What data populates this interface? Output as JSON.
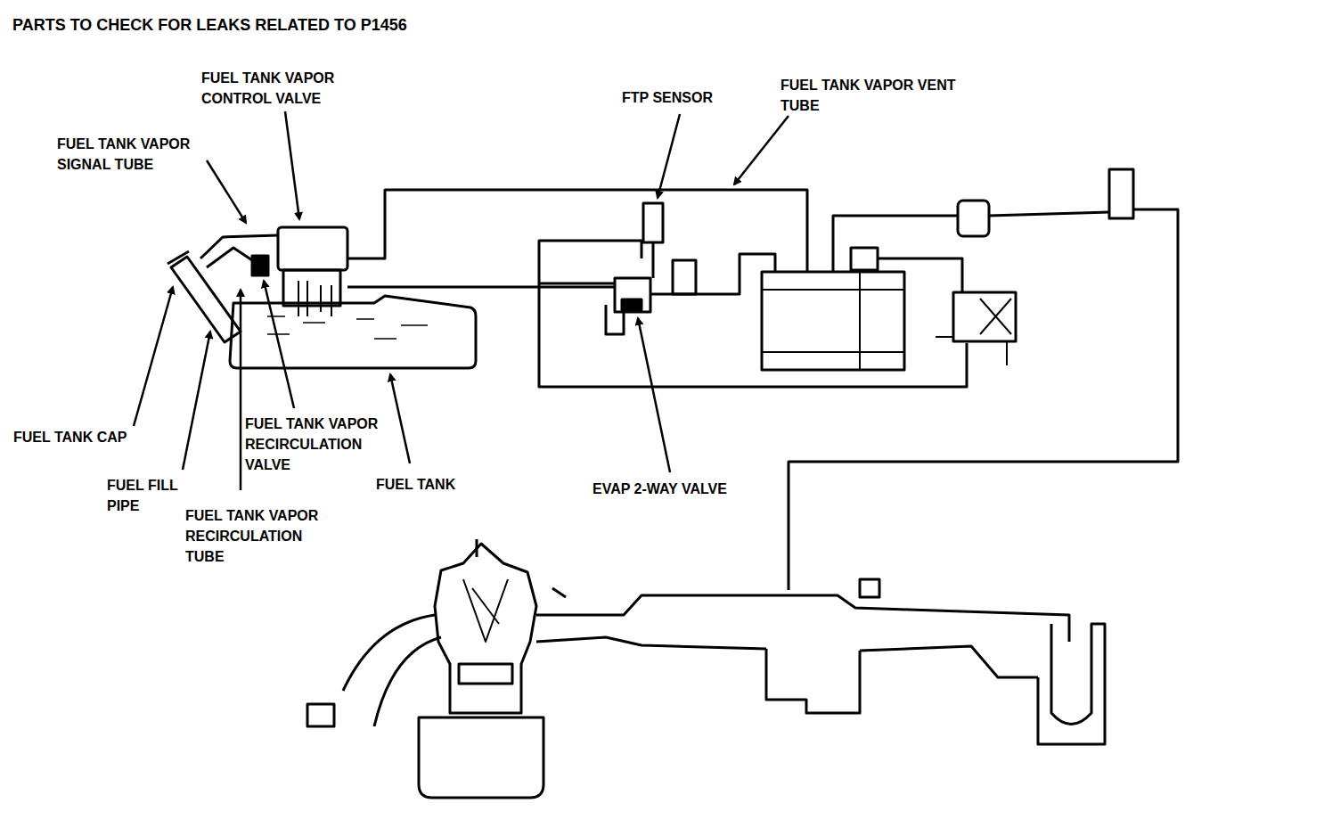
{
  "diagram": {
    "title": "PARTS TO CHECK FOR LEAKS RELATED TO P1456",
    "labels": [
      "FUEL TANK VAPOR CONTROL VALVE",
      "FUEL TANK VAPOR SIGNAL TUBE",
      "FTP SENSOR",
      "FUEL TANK VAPOR VENT TUBE",
      "FUEL TANK CAP",
      "FUEL FILL PIPE",
      "FUEL TANK VAPOR RECIRCULATION VALVE",
      "FUEL TANK VAPOR RECIRCULATION TUBE",
      "FUEL TANK",
      "EVAP 2-WAY VALVE"
    ]
  }
}
